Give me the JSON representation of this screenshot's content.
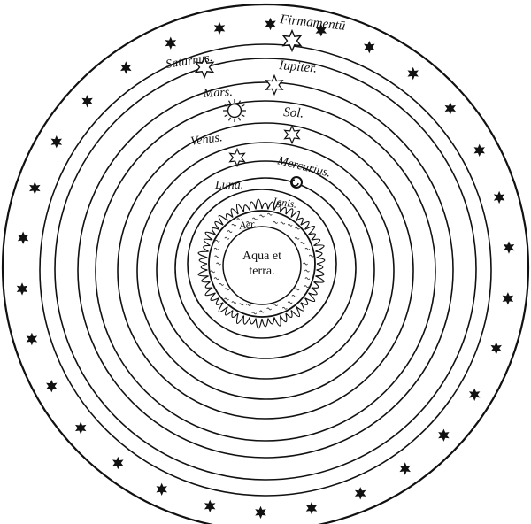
{
  "diagram": {
    "spheres": [
      {
        "id": "firmament",
        "label": "Firmamentū"
      },
      {
        "id": "saturn",
        "label": "Saturnus."
      },
      {
        "id": "jupiter",
        "label": "Iupiter."
      },
      {
        "id": "mars",
        "label": "Mars."
      },
      {
        "id": "sun",
        "label": "Sol."
      },
      {
        "id": "venus",
        "label": "Venus."
      },
      {
        "id": "mercury",
        "label": "Mercurius."
      },
      {
        "id": "moon",
        "label": "Luna."
      }
    ],
    "elements": {
      "fire": "Ignis.",
      "air": "Aer.",
      "core_line1": "Aqua et",
      "core_line2": "terra."
    }
  }
}
